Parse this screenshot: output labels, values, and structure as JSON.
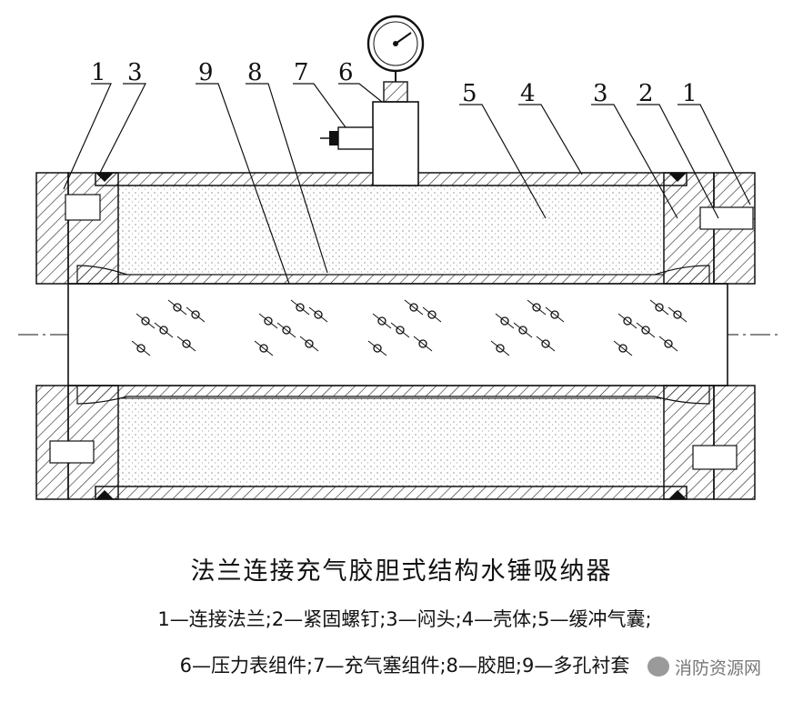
{
  "diagram": {
    "part_numbers": [
      "1",
      "3",
      "9",
      "8",
      "7",
      "6",
      "5",
      "4",
      "3",
      "2",
      "1"
    ]
  },
  "caption": {
    "title": "法兰连接充气胶胆式结构水锤吸纳器",
    "legend_line1": "1—连接法兰;2—紧固螺钉;3—闷头;4—壳体;5—缓冲气囊;",
    "legend_line2": "6—压力表组件;7—充气塞组件;8—胶胆;9—多孔衬套"
  },
  "watermark": {
    "text": "消防资源网",
    "icon": "wechat-logo-icon"
  },
  "colors": {
    "ink": "#111111",
    "hatch": "#222222",
    "watermark": "#777777"
  }
}
